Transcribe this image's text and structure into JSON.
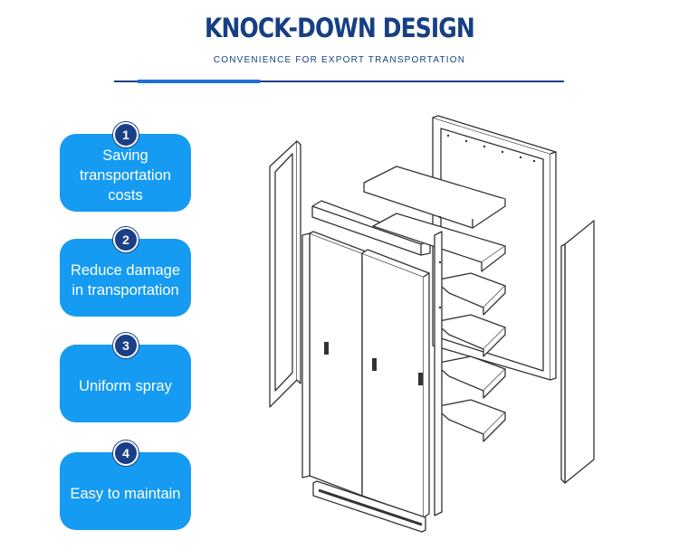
{
  "header": {
    "title": "KNOCK-DOWN DESIGN",
    "subtitle": "CONVENIENCE FOR EXPORT TRANSPORTATION"
  },
  "colors": {
    "title": "#163f85",
    "accent": "#1e6fd6",
    "badge": "#159bf2",
    "badge_number": "#1a3f86"
  },
  "features": [
    {
      "number": "1",
      "label": "Saving\ntransportation\ncosts"
    },
    {
      "number": "2",
      "label": "Reduce damage\nin transportation"
    },
    {
      "number": "3",
      "label": "Uniform spray"
    },
    {
      "number": "4",
      "label": "Easy to maintain"
    }
  ],
  "illustration": "exploded-cabinet-drawing"
}
